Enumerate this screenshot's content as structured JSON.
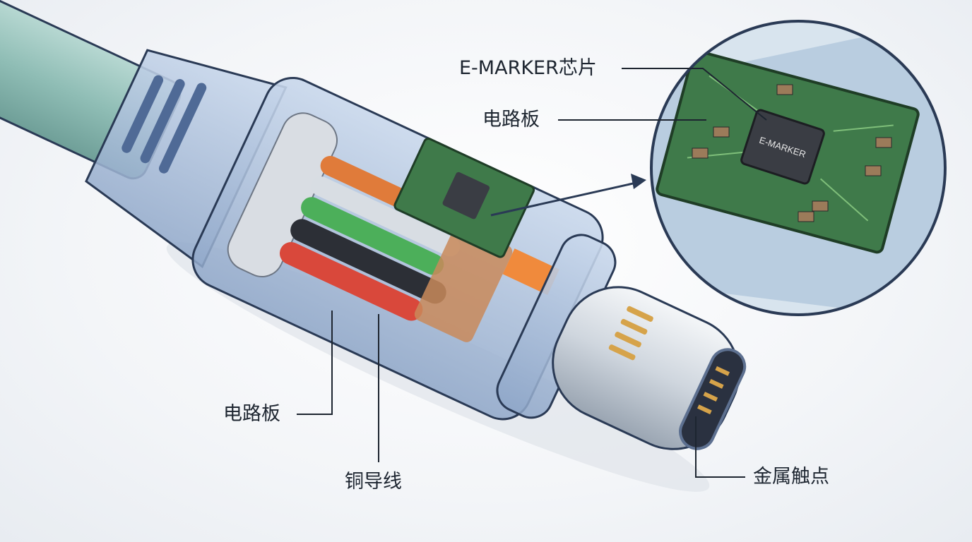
{
  "labels": {
    "emarker_chip": "E-MARKER芯片",
    "circuit_board_top": "电路板",
    "circuit_board_bottom": "电路板",
    "copper_wire": "铜导线",
    "metal_contacts": "金属触点"
  },
  "chip_marking": "E-MARKER",
  "colors": {
    "cable": "#8fbdb5",
    "housing": "#9fb6d6",
    "pcb": "#3f7a4a",
    "chip": "#3a3d44",
    "copper": "#c98a5a",
    "outline": "#2a3a55"
  }
}
